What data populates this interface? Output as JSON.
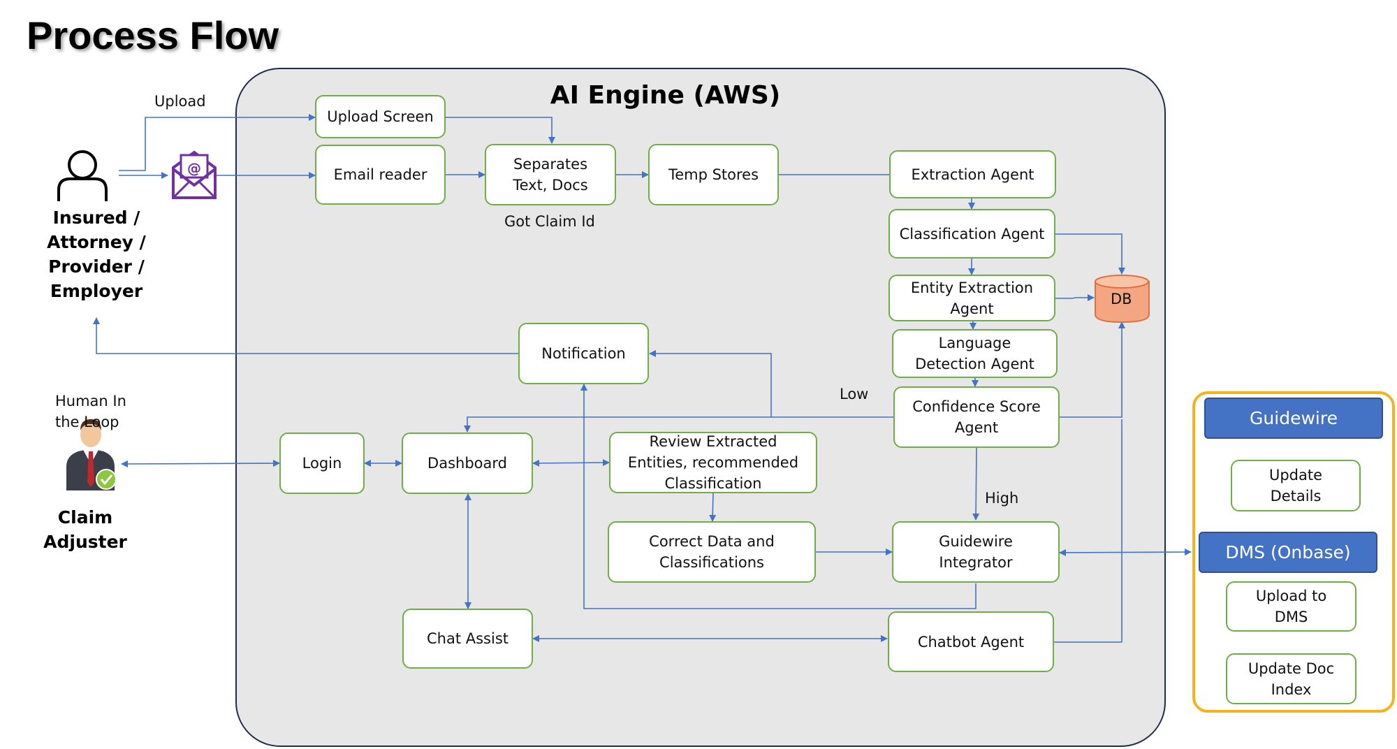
{
  "title": "Process Flow",
  "engine_title": "AI Engine (AWS)",
  "actors": {
    "external": "Insured /\nAttorney /\nProvider /\nEmployer",
    "hitl": "Human In\nthe Loop",
    "adjuster": "Claim\nAdjuster"
  },
  "labels": {
    "upload": "Upload",
    "got_claim": "Got Claim Id",
    "low": "Low",
    "high": "High"
  },
  "nodes": {
    "upload_screen": "Upload Screen",
    "email_reader": "Email reader",
    "separates": "Separates\nText, Docs",
    "temp_stores": "Temp Stores",
    "extraction": "Extraction Agent",
    "classification": "Classification Agent",
    "entity": "Entity Extraction\nAgent",
    "language": "Language\nDetection Agent",
    "confidence": "Confidence Score\nAgent",
    "db": "DB",
    "notification": "Notification",
    "login": "Login",
    "dashboard": "Dashboard",
    "review": "Review Extracted\nEntities, recommended\nClassification",
    "correct": "Correct Data and\nClassifications",
    "gw_integrator": "Guidewire\nIntegrator",
    "chat_assist": "Chat Assist",
    "chatbot": "Chatbot Agent"
  },
  "guidewire_panel": {
    "guidewire": "Guidewire",
    "update_details": "Update\nDetails",
    "dms": "DMS (Onbase)",
    "upload_dms": "Upload to\nDMS",
    "update_index": "Update Doc\nIndex"
  },
  "colors": {
    "box_border": "#70ad47",
    "arrow": "#4472c4",
    "engine_bg": "#e7e7e7",
    "panel_border": "#f5b21b",
    "blue_box": "#4472c4",
    "db_fill": "#f4a582",
    "email_icon": "#7030a0"
  },
  "icons": [
    "person-icon",
    "email-icon",
    "claim-adjuster-icon",
    "database-icon"
  ]
}
